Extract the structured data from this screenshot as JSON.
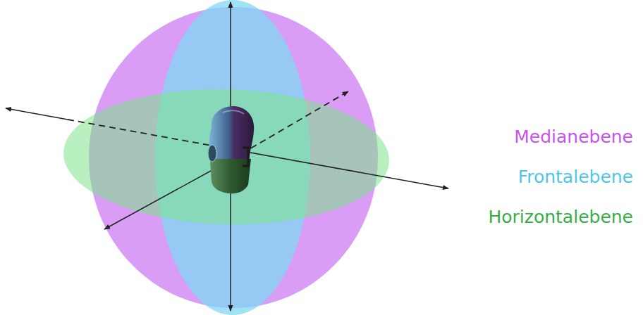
{
  "diagram": {
    "labels": [
      "Medianebene",
      "Frontalebene",
      "Horizontalebene"
    ]
  }
}
